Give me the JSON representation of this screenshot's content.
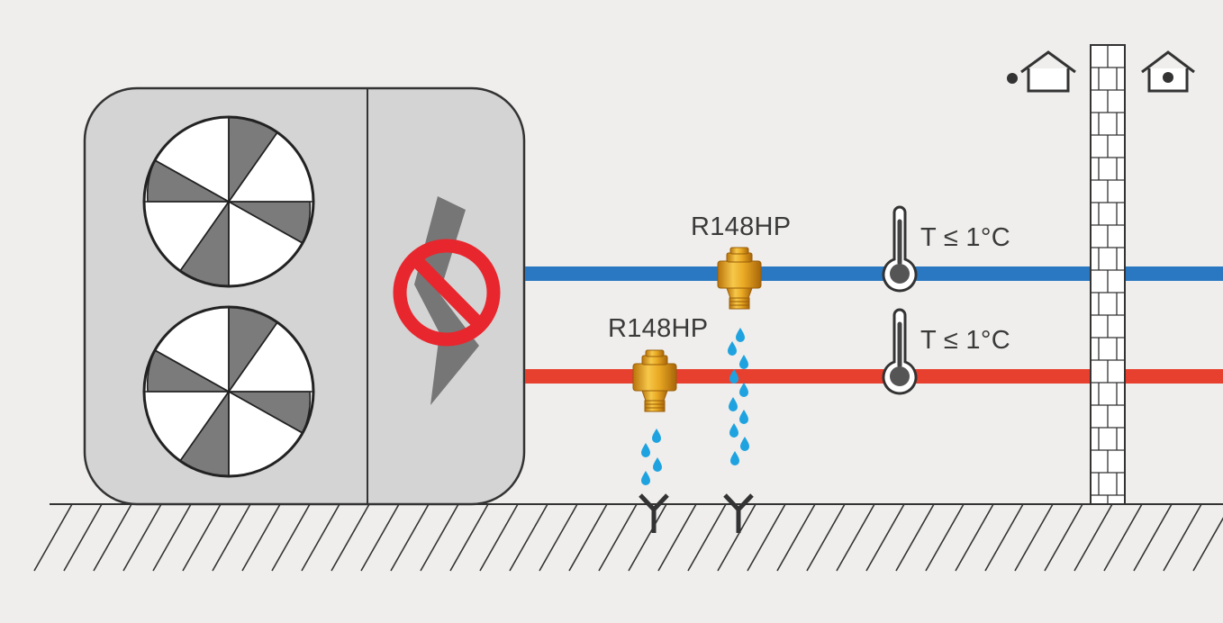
{
  "valves": [
    {
      "id": "upper",
      "label": "R148HP"
    },
    {
      "id": "lower",
      "label": "R148HP"
    }
  ],
  "temperatures": [
    {
      "id": "upper",
      "label": "T ≤ 1°C"
    },
    {
      "id": "lower",
      "label": "T ≤ 1°C"
    }
  ],
  "colors": {
    "background": "#efeeec",
    "cold_pipe": "#2a78c2",
    "hot_pipe": "#e8402f",
    "unit_body": "#d4d4d4",
    "prohibition": "#e8262d",
    "brass": "#e6a21c",
    "water": "#1fa3e0"
  },
  "icons": [
    "fan-icon",
    "power-off-icon",
    "thermometer-icon",
    "house-outside-icon",
    "house-inside-icon",
    "drain-icon",
    "water-drop-icon",
    "brass-valve-icon"
  ]
}
